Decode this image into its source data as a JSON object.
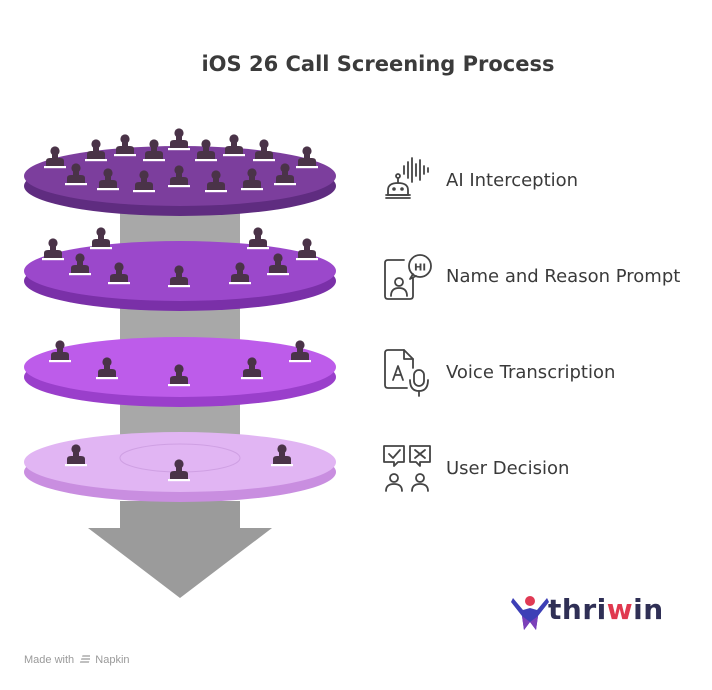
{
  "title": "iOS 26 Call Screening Process",
  "steps": [
    {
      "label": "AI Interception",
      "icon": "robot-voice-icon",
      "color": "#7b3d9c"
    },
    {
      "label": "Name and Reason Prompt",
      "icon": "phone-hi-icon",
      "color": "#9a45c9"
    },
    {
      "label": "Voice Transcription",
      "icon": "document-mic-icon",
      "color": "#bb5ae8"
    },
    {
      "label": "User Decision",
      "icon": "check-cross-people-icon",
      "color": "#deaaf3"
    }
  ],
  "footer": {
    "made_with": "Made with",
    "tool": "Napkin"
  },
  "brand": {
    "prefix": "thri",
    "accent": "w",
    "suffix": "in"
  }
}
